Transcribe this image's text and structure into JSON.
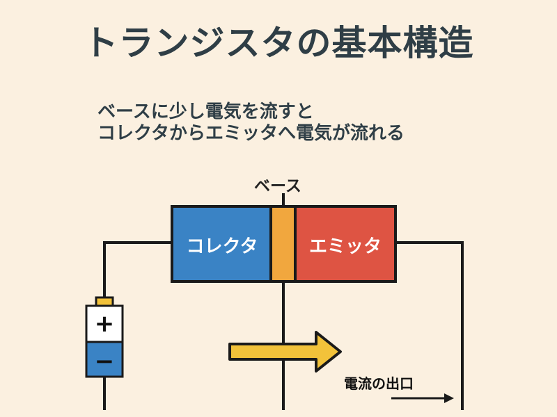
{
  "title": "トランジスタの基本構造",
  "subtitle": {
    "line1": "ベースに少し電気を流すと",
    "line2": "コレクタからエミッタへ電気が流れる"
  },
  "labels": {
    "base": "ベース",
    "collector": "コレクタ",
    "emitter": "エミッタ",
    "outlet": "電流の出口"
  },
  "battery": {
    "plus": "+",
    "minus": "−"
  },
  "colors": {
    "background": "#fbf0e0",
    "collector": "#3a83c5",
    "emitter": "#de5443",
    "base": "#f1a73e",
    "arrow": "#f2c23a",
    "battery_negative": "#3a83c5",
    "battery_cap": "#f2c23a",
    "wire": "#1a1a1a"
  },
  "icons": {
    "current_arrow": "right-arrow-icon",
    "outlet_arrow": "right-arrow-icon"
  }
}
